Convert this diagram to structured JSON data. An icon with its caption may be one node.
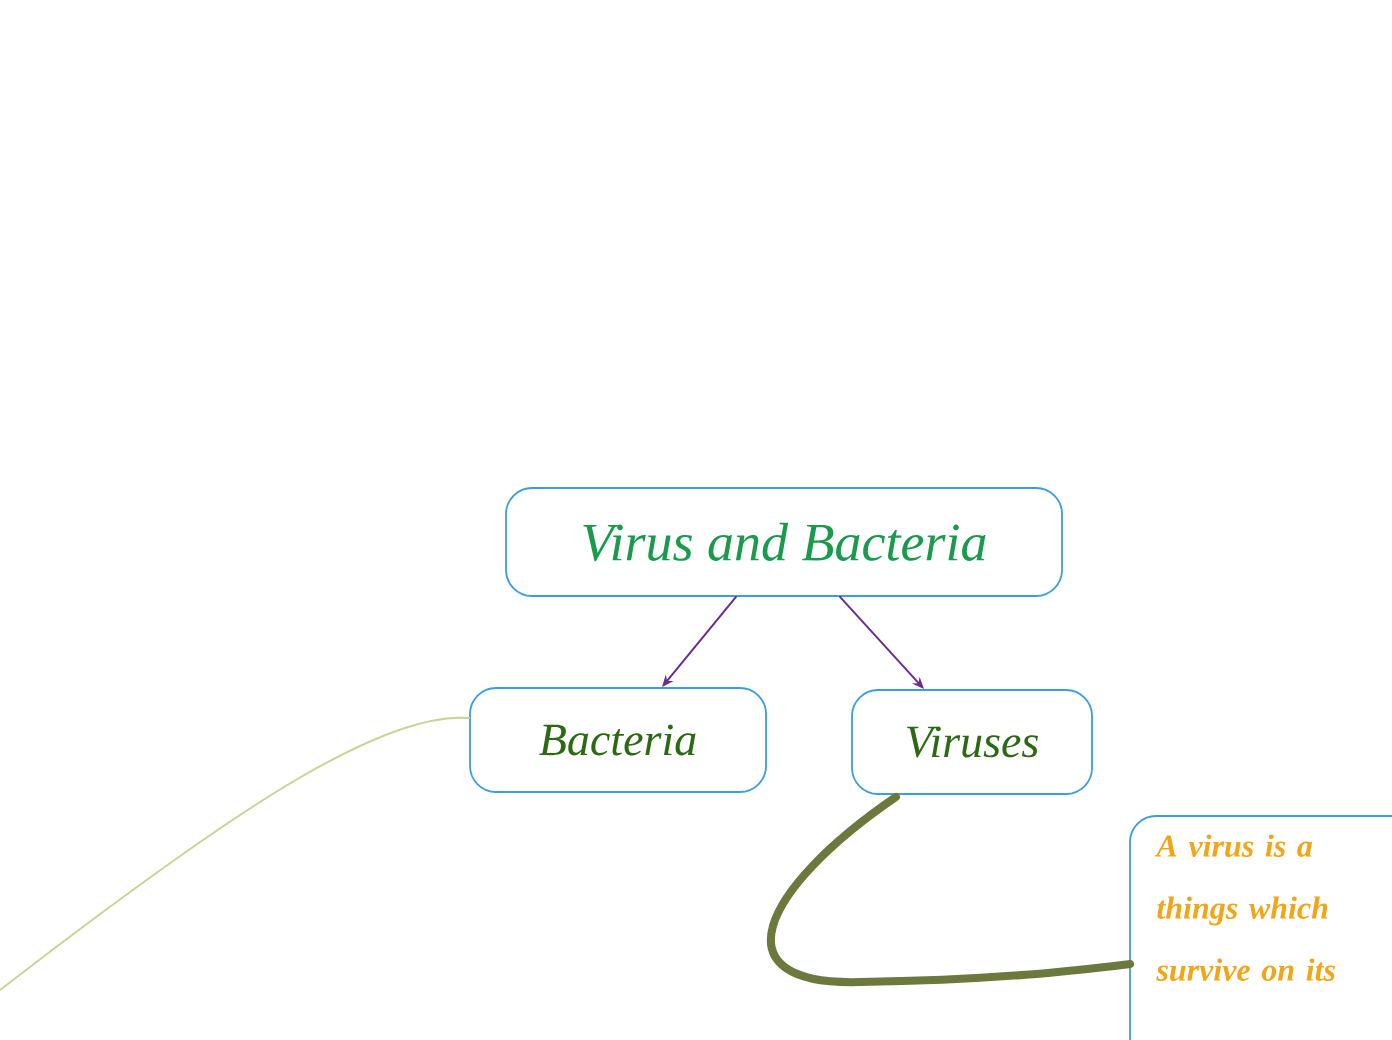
{
  "diagram": {
    "nodes": [
      {
        "text": [
          "Virus and Bacteria"
        ]
      },
      {
        "text": [
          "Bacteria"
        ]
      },
      {
        "text": [
          "Viruses"
        ]
      },
      {
        "text": [
          "A virus is a things which survive on its"
        ]
      }
    ],
    "edges": [
      {
        "from": 0,
        "to": 1,
        "arrow": "to",
        "color": "#6a2c91"
      },
      {
        "from": 0,
        "to": 2,
        "arrow": "to",
        "color": "#6a2c91"
      },
      {
        "from": 2,
        "to": 3,
        "arrow": "none",
        "style": "thick",
        "color": "#6b7a3c"
      },
      {
        "from": 1,
        "to": null,
        "arrow": "none",
        "color": "#c9d393"
      }
    ]
  }
}
